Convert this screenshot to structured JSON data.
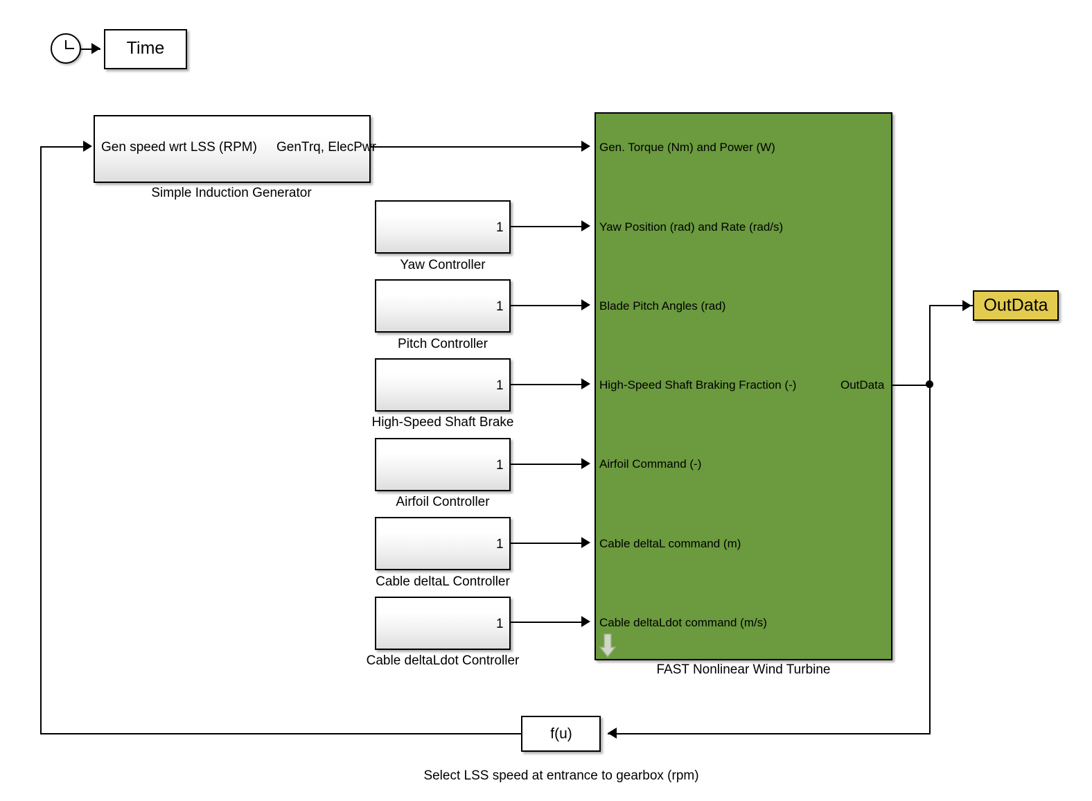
{
  "diagram": {
    "title": "FAST Nonlinear Wind Turbine Simulink model",
    "colors": {
      "fast_block": "#6b9a3f",
      "outdata_block": "#e3cb50",
      "wire": "#000000",
      "background": "#ffffff"
    }
  },
  "source": {
    "clock_icon": "clock-icon",
    "time_block_label": "Time"
  },
  "generator": {
    "input_label": "Gen speed wrt LSS (RPM)",
    "output_label": "GenTrq, ElecPwr",
    "caption": "Simple Induction Generator"
  },
  "controllers": [
    {
      "caption": "Yaw Controller",
      "port": "1"
    },
    {
      "caption": "Pitch Controller",
      "port": "1"
    },
    {
      "caption": "High-Speed Shaft Brake",
      "port": "1"
    },
    {
      "caption": "Airfoil Controller",
      "port": "1"
    },
    {
      "caption": "Cable deltaL Controller",
      "port": "1"
    },
    {
      "caption": "Cable deltaLdot Controller",
      "port": "1"
    }
  ],
  "fast": {
    "caption": "FAST Nonlinear Wind Turbine",
    "mask_icon": "down-arrow-icon",
    "inputs": [
      "Gen. Torque (Nm) and Power (W)",
      "Yaw Position (rad) and Rate (rad/s)",
      "Blade Pitch Angles (rad)",
      "High-Speed Shaft Braking Fraction (-)",
      "Airfoil Command (-)",
      "Cable deltaL command (m)",
      "Cable deltaLdot command (m/s)"
    ],
    "output": "OutData"
  },
  "sink": {
    "outdata_label": "OutData"
  },
  "feedback": {
    "fcn_label": "f(u)",
    "caption": "Select LSS speed at entrance to gearbox (rpm)"
  }
}
